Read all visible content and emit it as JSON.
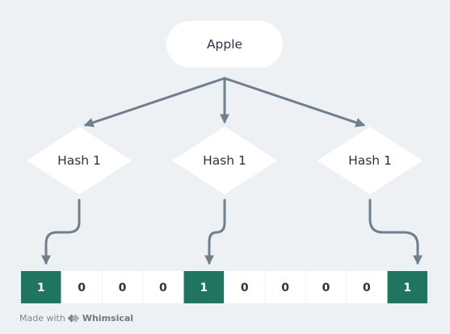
{
  "root": {
    "label": "Apple"
  },
  "hash_nodes": [
    {
      "label": "Hash 1"
    },
    {
      "label": "Hash 1"
    },
    {
      "label": "Hash 1"
    }
  ],
  "bit_array": [
    1,
    0,
    0,
    0,
    1,
    0,
    0,
    0,
    0,
    1
  ],
  "colors": {
    "background": "#eef1f4",
    "node": "#ffffff",
    "edge": "#6f7f8c",
    "bit_set": "#1f7560",
    "bit_unset": "#ffffff",
    "text": "#2b3440"
  },
  "footer": {
    "made_with": "Made with",
    "brand": "Whimsical",
    "logo_icon": "whimsical-logo-icon"
  }
}
